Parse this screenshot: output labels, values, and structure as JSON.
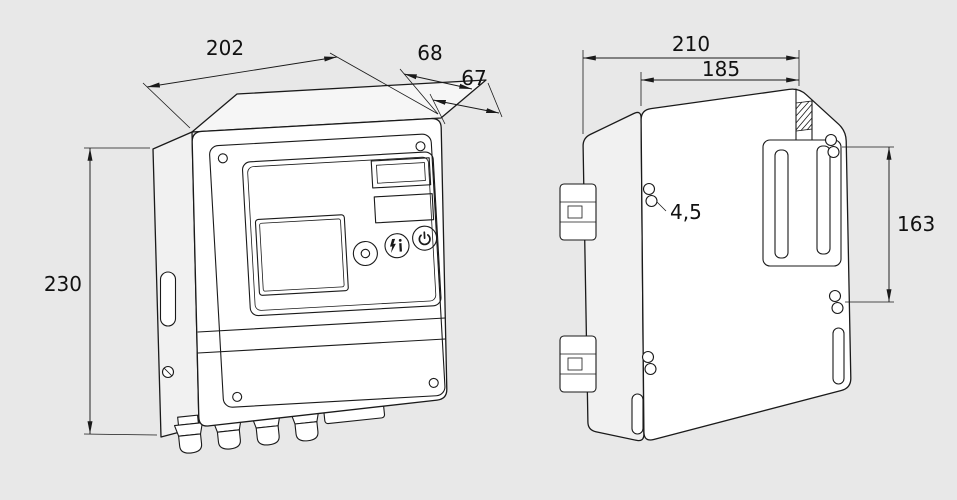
{
  "colors": {
    "background": "#e8e8e8",
    "line": "#1a1a1a",
    "face": "#ffffff"
  },
  "front_view": {
    "dim_width": "202",
    "dim_height": "230",
    "dim_depth_total": "68",
    "dim_depth_front": "67",
    "icons": {
      "reset_button": "reset-dot-icon",
      "info_button": "flash-info-icon",
      "power_button": "power-icon"
    }
  },
  "rear_view": {
    "dim_width_overall": "210",
    "dim_hole_spacing_horizontal": "185",
    "dim_hole_spacing_vertical": "163",
    "dim_hole_diameter": "4,5"
  }
}
